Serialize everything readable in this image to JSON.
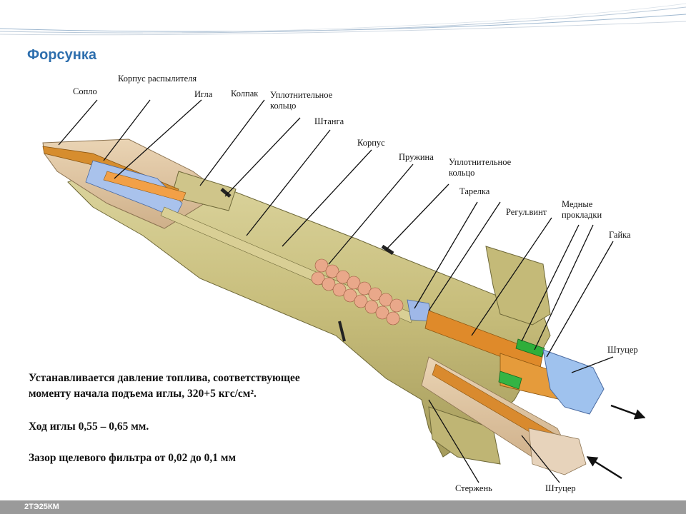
{
  "title": "Форсунка",
  "labels": {
    "soplo": "Сопло",
    "korpus_raspylitelya": "Корпус распылителя",
    "igla": "Игла",
    "kolpak": "Колпак",
    "uplotn_kolco_1": "Уплотнительное кольцо",
    "shtanga": "Штанга",
    "korpus": "Корпус",
    "pruzhina": "Пружина",
    "uplotn_kolco_2": "Уплотнительное кольцо",
    "tarelka": "Тарелка",
    "regul_vint": "Регул.винт",
    "mednye_prokladki": "Медные прокладки",
    "gaika": "Гайка",
    "shtucer_1": "Штуцер",
    "sterzhen": "Стержень",
    "shtucer_2": "Штуцер"
  },
  "text": {
    "line1": "Устанавливается давление топлива, соответствующее",
    "line2": "моменту начала подъема иглы, 320+5 кгс/см².",
    "line3": "Ход иглы 0,55 – 0,65 мм.",
    "line4": "Зазор щелевого фильтра  от 0,02 до 0,1 мм"
  },
  "footer": "2ТЭ25КМ",
  "colors": {
    "title": "#2e6fae",
    "body_metal": "#c8be7c",
    "orange_parts": "#e08a2a",
    "blue_parts": "#9fb8e8",
    "green_parts": "#2fae3a",
    "spring": "#e8a98a",
    "footer_bar": "#9a9a9a"
  }
}
